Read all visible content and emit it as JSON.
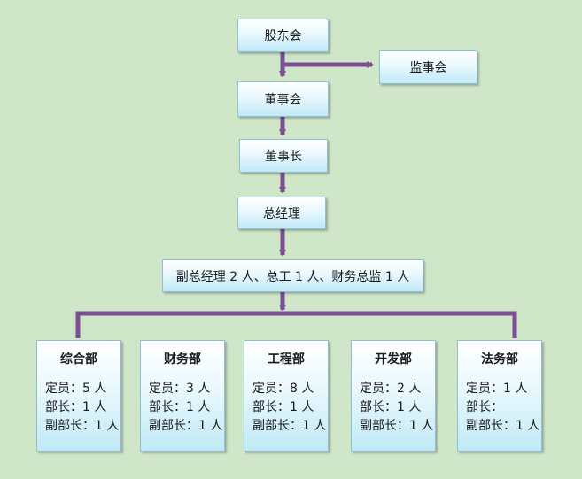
{
  "nodes": {
    "shareholders": "股东会",
    "supervisors": "监事会",
    "board": "董事会",
    "chairman": "董事长",
    "general_manager": "总经理",
    "deputies": "副总经理 2 人、总工 1 人、财务总监 1 人"
  },
  "departments": [
    {
      "name": "综合部",
      "staff": "定员：5 人",
      "head": "部长：1 人",
      "deputy": "副部长：1 人"
    },
    {
      "name": "财务部",
      "staff": "定员：3 人",
      "head": "部长：1 人",
      "deputy": "副部长：1 人"
    },
    {
      "name": "工程部",
      "staff": "定员：8 人",
      "head": "部长：1 人",
      "deputy": "副部长：1 人"
    },
    {
      "name": "开发部",
      "staff": "定员：2 人",
      "head": "部长：1 人",
      "deputy": "副部长：1 人"
    },
    {
      "name": "法务部",
      "staff": "定员：1 人",
      "head": "部长：",
      "deputy": "副部长：1 人"
    }
  ],
  "colors": {
    "background": "#cfe6c9",
    "connector": "#7b4f92",
    "box_border": "#8fbfd0",
    "box_fill_bottom": "#bfe9f7"
  }
}
